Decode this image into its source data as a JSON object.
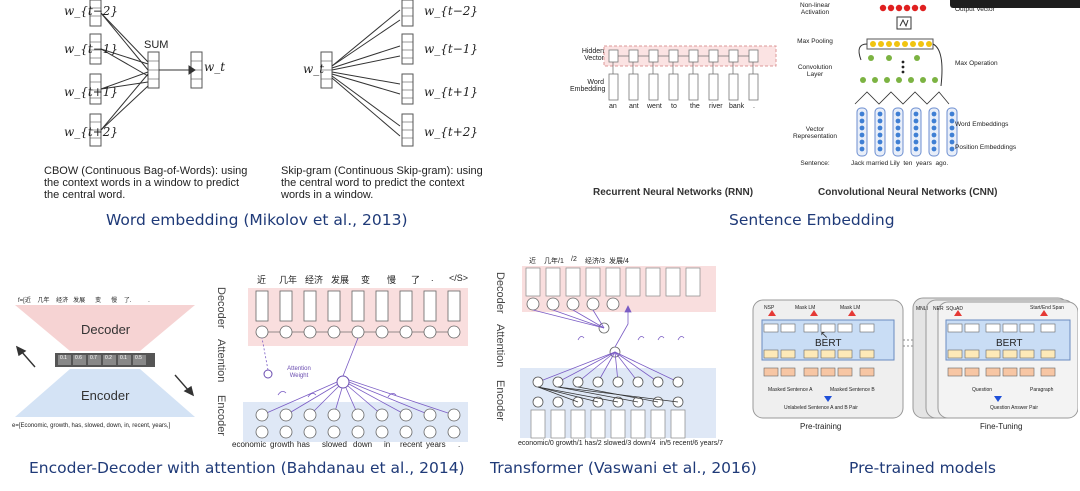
{
  "word2vec": {
    "cbow_inputs": [
      "w_{t−2}",
      "w_{t−1}",
      "w_{t+1}",
      "w_{t+2}"
    ],
    "cbow_sum": "SUM",
    "cbow_output": "w_t",
    "skipgram_input": "w_t",
    "skipgram_outputs": [
      "w_{t−2}",
      "w_{t−1}",
      "w_{t+1}",
      "w_{t+2}"
    ],
    "cbow_desc": [
      "CBOW (Continuous Bag-of-Words): using",
      "the context words in a window to predict",
      "the central word."
    ],
    "skipgram_desc": [
      "Skip-gram (Continuous Skip-gram): using",
      "the central word to predict the context",
      "words in a window."
    ],
    "caption": "Word embedding (Mikolov et al., 2013)"
  },
  "sentence": {
    "rnn_labels": {
      "hidden": "Hidden Vector",
      "word": "Word Embedding"
    },
    "rnn_words": [
      "an",
      "ant",
      "went",
      "to",
      "the",
      "river",
      "bank",
      "."
    ],
    "rnn_caption": "Recurrent Neural Networks (RNN)",
    "cnn_left_labels": [
      "Non-linear Activation",
      "Max Pooling",
      "Convolution Layer",
      "Vector Representation",
      "Sentence:"
    ],
    "cnn_right_labels": [
      "Output Vector",
      "Max Operation",
      "Word Embeddings",
      "Position Embeddings"
    ],
    "cnn_sentence": "Jack married Lily  ten  years  ago.",
    "cnn_caption": "Convolutional Neural Networks (CNN)",
    "caption": "Sentence Embedding"
  },
  "encdec": {
    "top_tokens": "f=[近    几年    经济   发展      变      慢    了.          .",
    "decoder": "Decoder",
    "encoder": "Encoder",
    "bottleneck": [
      "0.1",
      "0.6",
      "0.7",
      "0.2",
      "0.1",
      "0.5"
    ],
    "bottom_tokens": "e=[Economic, growth, has, slowed, down, in, recent, years,]",
    "attn_top_tokens": [
      "近",
      "几年",
      "经济",
      "发展",
      "变",
      "慢",
      "了",
      ".",
      "</S>"
    ],
    "side_labels": [
      "Decoder",
      "Attention",
      "Encoder"
    ],
    "attn_weight": "Attention Weight",
    "attn_bottom_tokens": [
      "economic",
      "growth",
      "has",
      "slowed",
      "down",
      "in",
      "recent",
      "years",
      "."
    ],
    "caption": "Encoder-Decoder with attention (Bahdanau et al., 2014)"
  },
  "transformer": {
    "top_tokens": [
      "近",
      "几年/1",
      "/2",
      "经济/3",
      "发展/4"
    ],
    "side_labels": [
      "Decoder",
      "Attention",
      "Encoder"
    ],
    "bottom_tokens": "economic/0 growth/1 has/2 slowed/3 down/4  in/5 recent/6 years/7",
    "caption": "Transformer (Vaswani et al., 2016)"
  },
  "bert": {
    "pretrain": {
      "title": "BERT",
      "top_left": "NSP",
      "top_mid": "Mask LM",
      "top_right": "Mask LM",
      "sentA": "Masked Sentence A",
      "sentB": "Masked Sentence B",
      "pair": "Unlabeled Sentence A and B Pair",
      "label": "Pre-training"
    },
    "finetune": {
      "title": "BERT",
      "tabs": [
        "MNLI",
        "NER",
        "SQuAD"
      ],
      "top_right": "Start/End Span",
      "q": "Question",
      "p": "Paragraph",
      "pair": "Question Answer Pair",
      "label": "Fine-Tuning"
    },
    "caption": "Pre-trained models"
  }
}
